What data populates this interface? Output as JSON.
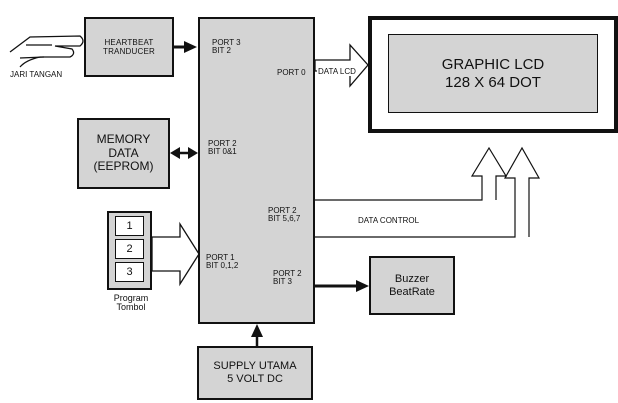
{
  "blocks": {
    "heartbeat": [
      "HEARTBEAT",
      "TRANDUCER"
    ],
    "memory": [
      "MEMORY",
      "DATA",
      "(EEPROM)"
    ],
    "lcd": [
      "GRAPHIC LCD",
      "128 X 64 DOT"
    ],
    "buzzer": [
      "Buzzer",
      "BeatRate"
    ],
    "supply": [
      "SUPPLY UTAMA",
      "5 VOLT DC"
    ]
  },
  "finger_label": "JARI TANGAN",
  "buttons": [
    "1",
    "2",
    "3"
  ],
  "buttons_caption": [
    "Program",
    "Tombol"
  ],
  "ports": {
    "p3": [
      "PORT 3",
      "BIT 2"
    ],
    "p0": [
      "PORT 0"
    ],
    "p2_bit01": [
      "PORT 2",
      "BIT 0&1"
    ],
    "p2_bit567": [
      "PORT 2",
      "BIT 5,6,7"
    ],
    "p1": [
      "PORT 1",
      "BIT 0,1,2"
    ],
    "p2_bit3": [
      "PORT 2",
      "BIT 3"
    ]
  },
  "signals": {
    "data_lcd": "DATA LCD",
    "data_control": "DATA CONTROL"
  }
}
